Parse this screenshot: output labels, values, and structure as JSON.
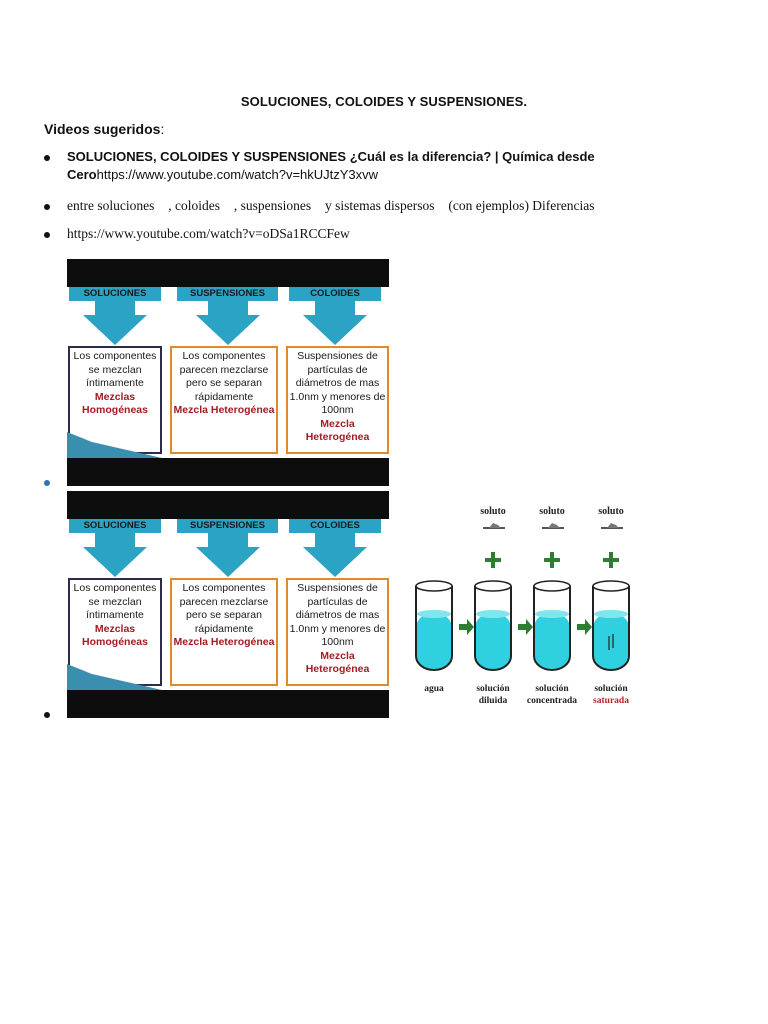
{
  "doc": {
    "title": "SOLUCIONES, COLOIDES Y SUSPENSIONES.",
    "subtitle": "Videos sugeridos",
    "subtitle_colon": ":",
    "items": [
      {
        "bold": "SOLUCIONES, COLOIDES Y SUSPENSIONES ¿Cuál es la diferencia? | Química desde Cero",
        "link": "https://www.youtube.com/watch?v=hkUJtzY3xvw"
      },
      {
        "text": "entre soluciones , coloides , suspensiones y sistemas dispersos (con ejemplos) Diferencias"
      },
      {
        "text": "https://www.youtube.com/watch?v=oDSa1RCCFew"
      }
    ]
  },
  "infographic": {
    "headers": [
      "SOLUCIONES",
      "SUSPENSIONES",
      "COLOIDES"
    ],
    "boxes": [
      {
        "text": "Los componentes se mezclan íntimamente",
        "highlight": "Mezclas Homogéneas",
        "border": "#2b2b4a"
      },
      {
        "text": "Los componentes parecen mezclarse pero se separan rápidamente",
        "highlight": "Mezcla Heterogénea",
        "border": "#e08a2a"
      },
      {
        "text": "Suspensiones de partículas de diámetros de mas 1.0nm y menores de 100nm",
        "highlight": "Mezcla Heterogénea",
        "border": "#e08a2a"
      }
    ]
  },
  "beakers": {
    "solute_label": "soluto",
    "labels": [
      {
        "line1": "agua",
        "line2": ""
      },
      {
        "line1": "solución",
        "line2": "diluida"
      },
      {
        "line1": "solución",
        "line2": "concentrada"
      },
      {
        "line1": "solución",
        "line2": "saturada"
      }
    ],
    "colors": {
      "liquid": "#2fd0e0",
      "plus": "#2f7d32",
      "arrow": "#2f7d32",
      "saturated_label": "#b0262b"
    }
  }
}
